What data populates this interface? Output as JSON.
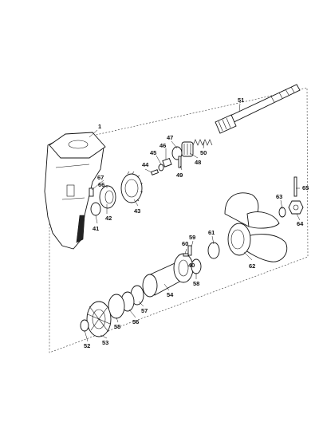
{
  "diagram": {
    "parts": [
      {
        "id": "p1",
        "label": "1"
      },
      {
        "id": "p40",
        "label": "40"
      },
      {
        "id": "p41",
        "label": "41"
      },
      {
        "id": "p42",
        "label": "42"
      },
      {
        "id": "p43",
        "label": "43"
      },
      {
        "id": "p44",
        "label": "44"
      },
      {
        "id": "p45",
        "label": "45"
      },
      {
        "id": "p46",
        "label": "46"
      },
      {
        "id": "p47",
        "label": "47"
      },
      {
        "id": "p48",
        "label": "48"
      },
      {
        "id": "p49",
        "label": "49"
      },
      {
        "id": "p50",
        "label": "50"
      },
      {
        "id": "p51",
        "label": "51"
      },
      {
        "id": "p52",
        "label": "52"
      },
      {
        "id": "p53",
        "label": "53"
      },
      {
        "id": "p54",
        "label": "54"
      },
      {
        "id": "p55",
        "label": "55"
      },
      {
        "id": "p56",
        "label": "56"
      },
      {
        "id": "p57",
        "label": "57"
      },
      {
        "id": "p58",
        "label": "58"
      },
      {
        "id": "p59",
        "label": "59"
      },
      {
        "id": "p60",
        "label": "60"
      },
      {
        "id": "p61",
        "label": "61"
      },
      {
        "id": "p62",
        "label": "62"
      },
      {
        "id": "p63",
        "label": "63"
      },
      {
        "id": "p64",
        "label": "64"
      },
      {
        "id": "p65",
        "label": "65"
      },
      {
        "id": "p66",
        "label": "66"
      },
      {
        "id": "p67",
        "label": "67"
      }
    ]
  }
}
